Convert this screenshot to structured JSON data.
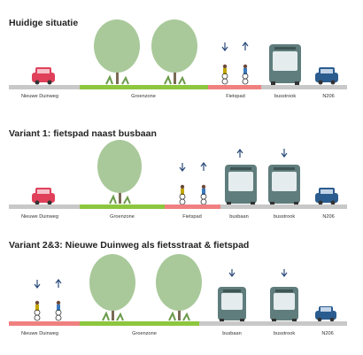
{
  "sections": [
    {
      "title": "Huidige situatie",
      "labels": [
        "Nieuwe Duinweg",
        "Groenzone",
        "Fietspad",
        "busstrook",
        "N206"
      ]
    },
    {
      "title": "Variant 1: fietspad naast busbaan",
      "labels": [
        "Nieuwe Duinweg",
        "Groenzone",
        "Fietspad",
        "busbaan",
        "busstrook",
        "N206"
      ]
    },
    {
      "title": "Variant 2&3: Nieuwe Duinweg als fietsstraat & fietspad",
      "labels": [
        "Nieuwe Duinweg",
        "Groenzone",
        "busbaan",
        "busstrook",
        "N206"
      ]
    }
  ],
  "colors": {
    "road": "#c8c8c8",
    "green": "#8dc63f",
    "bike_lane": "#f08080",
    "bus": "#5f7d7c",
    "car_red": "#e0405a",
    "car_blue": "#2b5c8f",
    "tree": "#a9c99a",
    "arrow": "#2a4a7a"
  }
}
